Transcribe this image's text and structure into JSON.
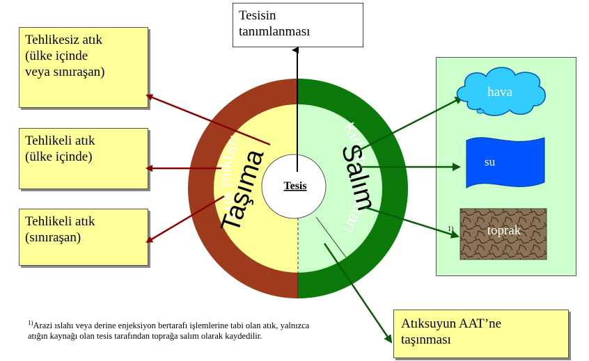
{
  "top_box": {
    "line1": "Tesisin",
    "line2": "tanımlanması"
  },
  "left_boxes": [
    {
      "line1": "Tehlikesiz atık",
      "line2": "(ülke içinde",
      "line3": "veya sınıraşan)"
    },
    {
      "line1": "Tehlikeli atık",
      "line2": "(ülke içinde)"
    },
    {
      "line1": "Tehlikeli atık",
      "line2": "(sınıraşan)"
    }
  ],
  "ring": {
    "left_label": "Atık miktarı",
    "right_label": "Kirletici miktarı"
  },
  "inner": {
    "left_label": "Taşıma",
    "right_label": "Salım"
  },
  "center": {
    "label": "Tesis"
  },
  "media": {
    "air": "hava",
    "water": "su",
    "soil": "toprak",
    "soil_note": "1)"
  },
  "wastewater_box": {
    "line1": "Atıksuyun AAT’ne",
    "line2": "taşınması"
  },
  "footnote": {
    "marker": "1)",
    "text": "Arazi ıslahı veya derine enjeksiyon bertarafı işlemlerine tabi olan atık, yalnızca atığın kaynağı olan tesis tarafından toprağa salım olarak kaydedilir."
  },
  "colors": {
    "brown": "#9e3b1c",
    "green": "#0b7a0b",
    "pale_yellow": "#ffff99",
    "pale_green": "#ccffcc",
    "dark_red_arrow": "#8b0000",
    "dark_green_arrow": "#0a5a0a",
    "air_cloud": "#33ccff",
    "water_flag": "#0055ff",
    "soil": "#8c7355"
  }
}
